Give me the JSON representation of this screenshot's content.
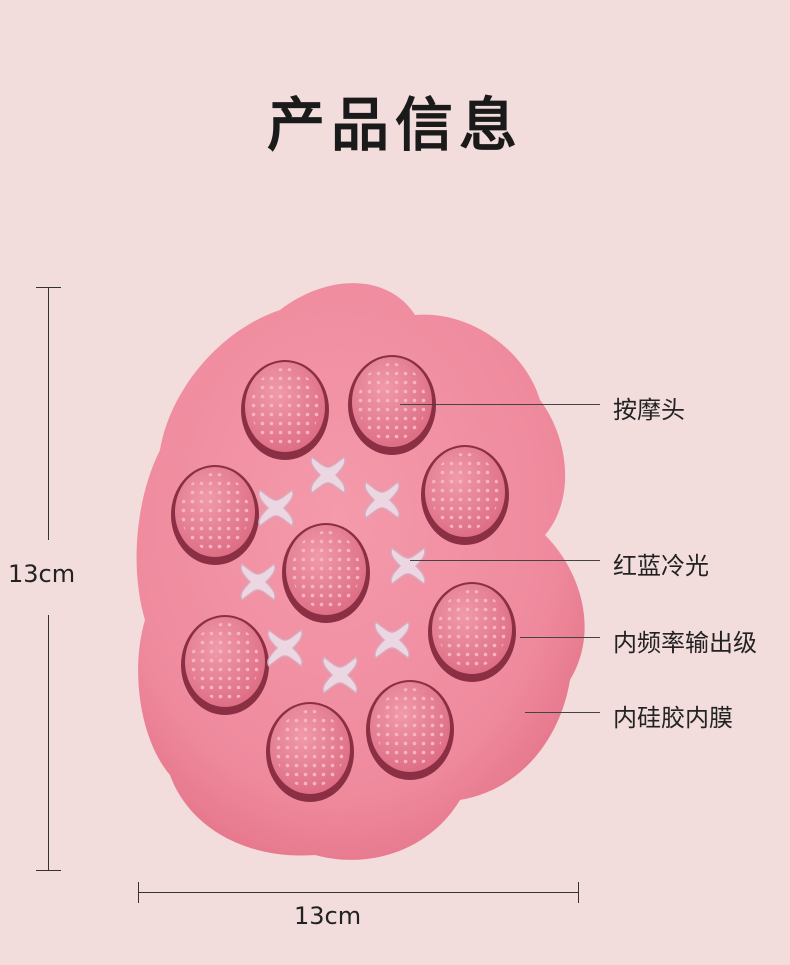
{
  "page": {
    "title": "产品信息",
    "height_dimension": "13cm",
    "width_dimension": "13cm"
  },
  "callouts": [
    {
      "label": "按摩头"
    },
    {
      "label": "红蓝冷光"
    },
    {
      "label": "内频率输出级"
    },
    {
      "label": "内硅胶内膜"
    }
  ],
  "colors": {
    "background": "#f2dcdc",
    "silicone_body": "#ef8ea0",
    "massage_head": "#e7708a",
    "led_window": "#ecd6e2"
  }
}
